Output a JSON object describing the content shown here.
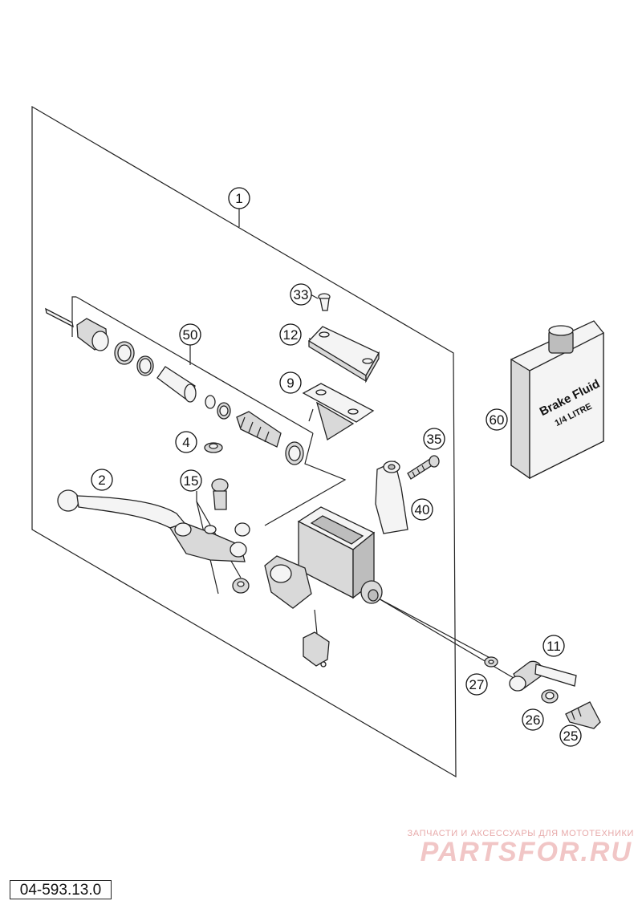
{
  "callouts": [
    {
      "id": "c1",
      "text": "1"
    },
    {
      "id": "c2",
      "text": "2"
    },
    {
      "id": "c4",
      "text": "4"
    },
    {
      "id": "c9",
      "text": "9"
    },
    {
      "id": "c11",
      "text": "11"
    },
    {
      "id": "c12",
      "text": "12"
    },
    {
      "id": "c15",
      "text": "15"
    },
    {
      "id": "c25",
      "text": "25"
    },
    {
      "id": "c26",
      "text": "26"
    },
    {
      "id": "c27",
      "text": "27"
    },
    {
      "id": "c33",
      "text": "33"
    },
    {
      "id": "c35",
      "text": "35"
    },
    {
      "id": "c40",
      "text": "40"
    },
    {
      "id": "c50",
      "text": "50"
    },
    {
      "id": "c60",
      "text": "60"
    }
  ],
  "bottle": {
    "line1": "Brake Fluid",
    "line2": "1/4 LITRE"
  },
  "drawing_number": "04-593.13.0",
  "watermark": {
    "tagline": "ЗАПЧАСТИ И АКСЕССУАРЫ ДЛЯ МОТОТЕХНИКИ",
    "brand": "PARTSFOR.RU"
  }
}
